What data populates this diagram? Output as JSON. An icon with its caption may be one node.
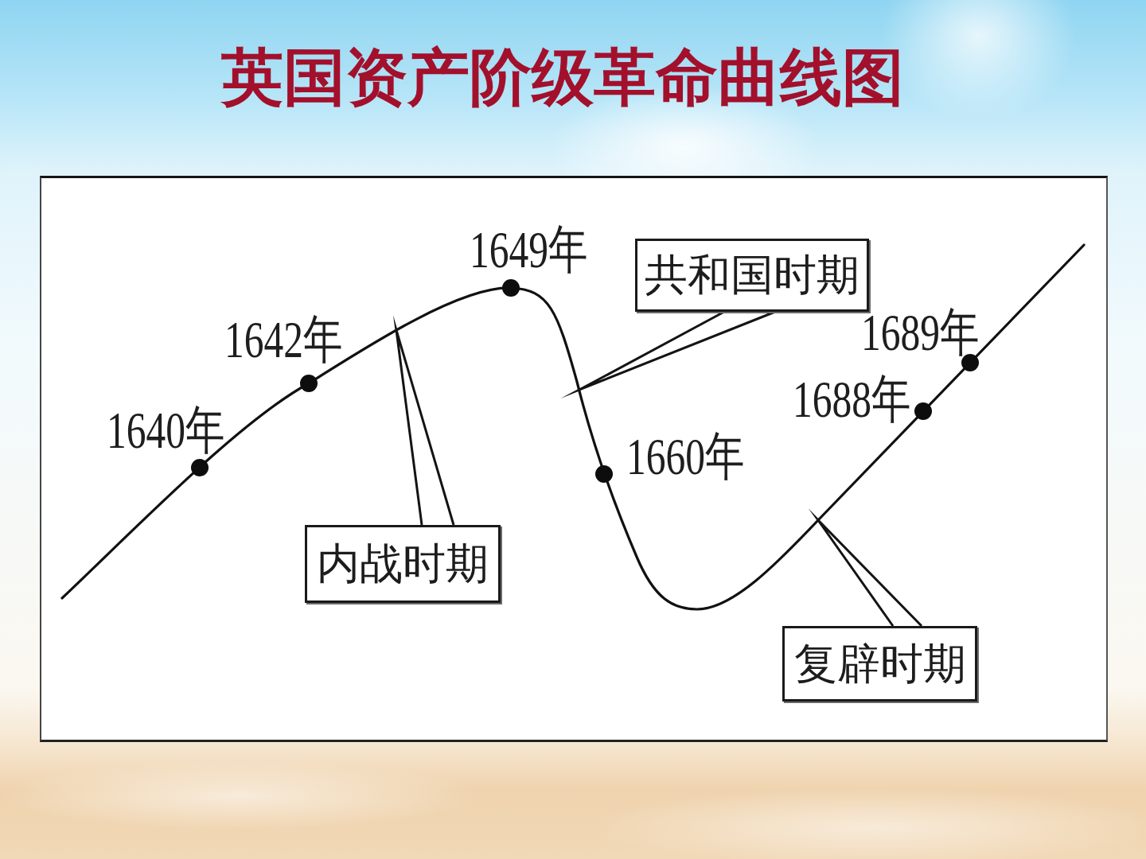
{
  "diagram": {
    "title": "英国资产阶级革命曲线图",
    "nodes": [
      {
        "text": [
          "共和国时期"
        ]
      },
      {
        "text": [
          "内战时期"
        ]
      },
      {
        "text": [
          "复辟时期"
        ]
      }
    ],
    "edges": [
      {
        "from": 0,
        "to": null,
        "arrow": "none"
      },
      {
        "from": 1,
        "to": null,
        "arrow": "none"
      },
      {
        "from": 2,
        "to": null,
        "arrow": "none"
      }
    ],
    "labels": [
      "1640年",
      "1642年",
      "1649年",
      "1660年",
      "1688年",
      "1689年"
    ]
  }
}
